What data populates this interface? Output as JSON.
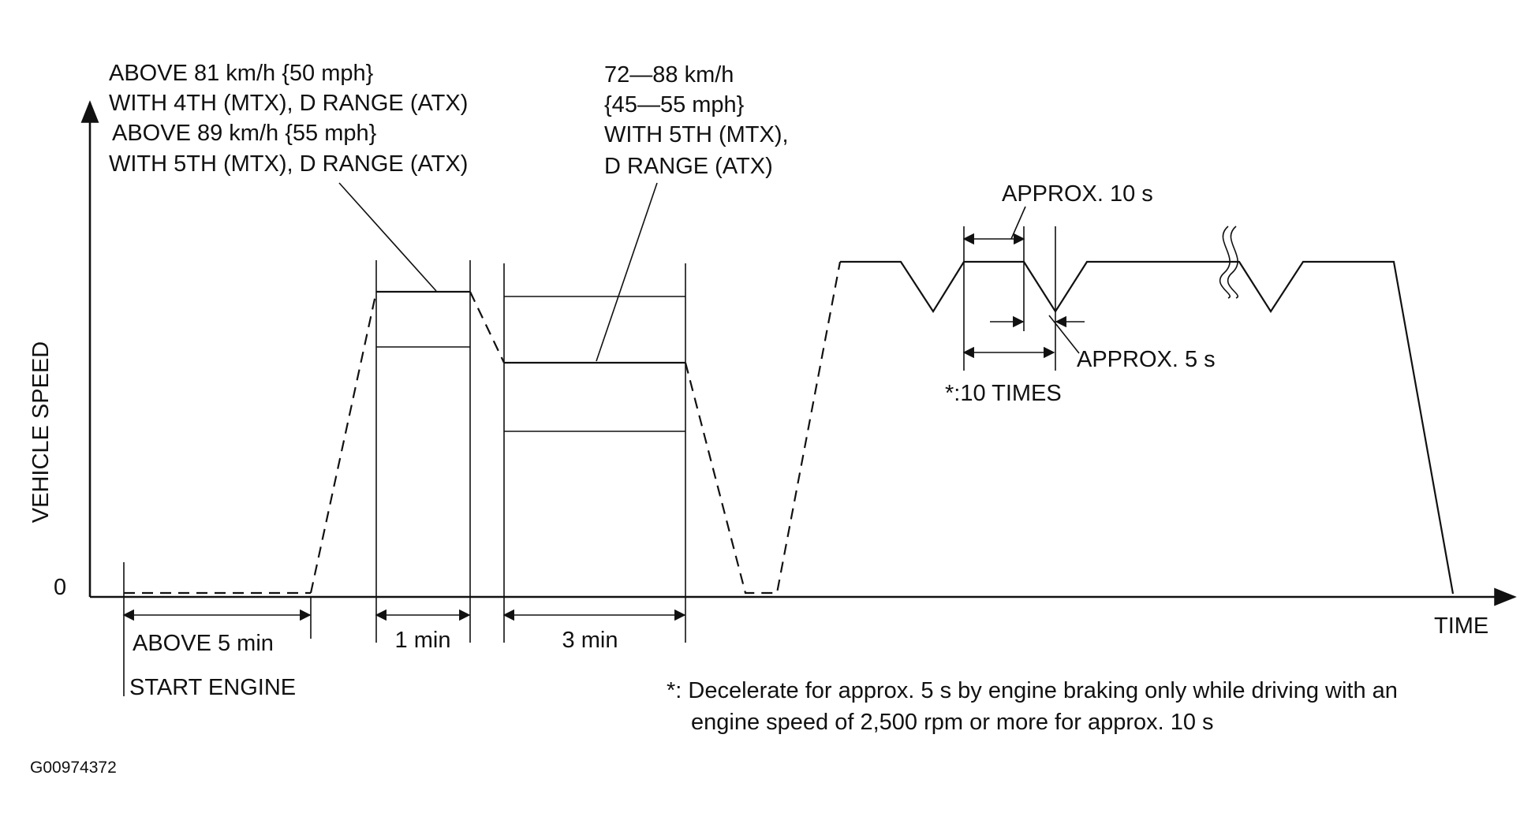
{
  "axes": {
    "y_label": "VEHICLE SPEED",
    "y_zero": "0",
    "x_label": "TIME"
  },
  "annotations": {
    "above81_line1": "ABOVE 81 km/h {50 mph}",
    "above81_line2": "WITH 4TH (MTX), D RANGE (ATX)",
    "above89_line1": "ABOVE 89 km/h {55 mph}",
    "above89_line2": "WITH 5TH (MTX), D RANGE (ATX)",
    "range72_line1": "72—88 km/h",
    "range72_line2": "{45—55 mph}",
    "range72_line3": "WITH 5TH (MTX),",
    "range72_line4": "D RANGE (ATX)",
    "approx10s": "APPROX. 10 s",
    "approx5s": "APPROX. 5 s",
    "ten_times": "*:10 TIMES"
  },
  "durations": {
    "above5min": "ABOVE 5 min",
    "start_engine": "START ENGINE",
    "one_min": "1 min",
    "three_min": "3 min"
  },
  "footnote": {
    "line1": "*: Decelerate for approx. 5 s by engine braking only while driving with an",
    "line2": "engine speed of 2,500 rpm or more for approx. 10 s"
  },
  "figure_id": "G00974372"
}
